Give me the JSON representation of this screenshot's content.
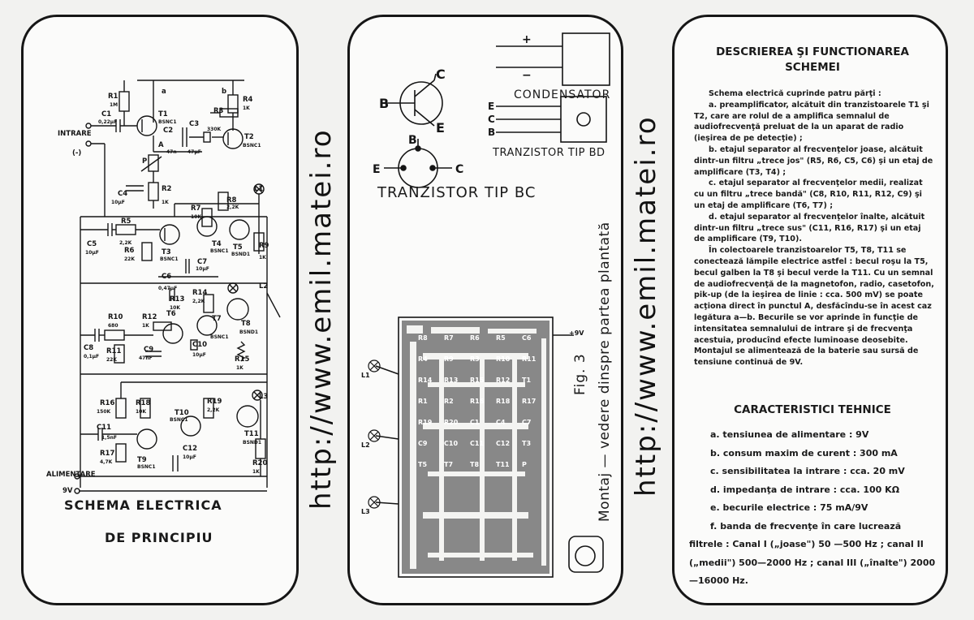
{
  "watermark_url": "http://www.emil.matei.ro",
  "left": {
    "title_line1": "SCHEMA   ELECTRICA",
    "title_line2": "DE   PRINCIPIU",
    "labels": {
      "intrare": "INTRARE",
      "minus": "(-)",
      "alimentare": "ALIMENTARE",
      "v9": "9V",
      "a": "a",
      "b": "b",
      "A": "A",
      "P": "P",
      "R1": "R1",
      "R1v": "1M",
      "C1": "C1",
      "C1v": "0,22μF",
      "T1": "T1",
      "T1t": "BSNC1",
      "C2": "C2",
      "C2v": "47n",
      "C3": "C3",
      "C3v": "47μF",
      "R3": "R3",
      "R3v": "330K",
      "R4": "R4",
      "R4v": "1K",
      "T2": "T2",
      "T2t": "BSNC1",
      "C4": "C4",
      "C4v": "10μF",
      "R2": "R2",
      "R2v": "1K",
      "L1": "L1",
      "R7": "R7",
      "R7v": "10K",
      "R8": "R8",
      "R8v": "2,2K",
      "R5": "R5",
      "R5v": "2,2K",
      "C5": "C5",
      "C5v": "10μF",
      "R6": "R6",
      "R6v": "22K",
      "T3": "T3",
      "T3t": "BSNC1",
      "T4": "T4",
      "T4t": "BSNC1",
      "T5": "T5",
      "T5t": "BSND1",
      "R9": "R9",
      "R9v": "1K",
      "C7": "C7",
      "C7v": "10μF",
      "C6": "C6",
      "C6v": "0,47μF",
      "R13": "R13",
      "R13v": "10K",
      "R14": "R14",
      "R14v": "2,2K",
      "L2": "L2",
      "R10": "R10",
      "R10v": "680",
      "R12": "R12",
      "R12v": "1K",
      "T6": "T6",
      "T7": "T7",
      "T7t": "BSNC1",
      "T8": "T8",
      "T8t": "BSND1",
      "C8": "C8",
      "C8v": "0,1μF",
      "R11": "R11",
      "R11v": "22K",
      "C9": "C9",
      "C9v": "47nF",
      "C10": "C10",
      "C10v": "10μF",
      "R15": "R15",
      "R15v": "1K",
      "R16": "R16",
      "R16v": "150K",
      "R18": "R18",
      "R18v": "10K",
      "T10": "T10",
      "T10t": "BSNC1",
      "R19": "R19",
      "R19v": "2,2K",
      "L3": "L3",
      "C11": "C11",
      "C11v": "1,5nF",
      "T11": "T11",
      "T11t": "BSND1",
      "R17": "R17",
      "R17v": "4,7K",
      "T9": "T9",
      "T9t": "BSNC1",
      "C12": "C12",
      "C12v": "10μF",
      "R20": "R20",
      "R20v": "1K"
    }
  },
  "middle": {
    "condensator": "CONDENSATOR",
    "plus": "+",
    "minus": "−",
    "tranzistor_bc": "TRANZISTOR TIP BC",
    "tranzistor_bd": "TRANZISTOR TIP BD",
    "pin_b": "B",
    "pin_c": "C",
    "pin_e": "E",
    "pin_ecb": [
      "E",
      "C",
      "B"
    ],
    "fig": "Fig.  3",
    "caption": "Montaj — vedere dinspre partea plantată",
    "supply": "+9V",
    "lamps": [
      "L1",
      "L2",
      "L3"
    ],
    "pcb_labels": [
      "R8",
      "R7",
      "R6",
      "R5",
      "C6",
      "R4",
      "R9",
      "R3",
      "R10",
      "R11",
      "R14",
      "R13",
      "R15",
      "R12",
      "T1",
      "R1",
      "R2",
      "R16",
      "R18",
      "R17",
      "R19",
      "R20",
      "C1",
      "C4",
      "C7",
      "C9",
      "C10",
      "C11",
      "C12",
      "T3",
      "T5",
      "T7",
      "T8",
      "T11",
      "P"
    ]
  },
  "right": {
    "title_line1": "DESCRIEREA ŞI FUNCTIONAREA",
    "title_line2": "SCHEMEI",
    "paragraphs": [
      "Schema electrică cuprinde patru părţi :",
      "a. preamplificator, alcătuit din tranzistoarele T1 şi T2, care are rolul de a amplifica semnalul de audiofrecvenţă preluat de la un aparat de radio (ieşirea de pe detecţie) ;",
      "b. etajul separator al frecvenţelor joase, alcătuit dintr-un filtru „trece jos\" (R5, R6, C5, C6) şi un etaj de amplificare (T3, T4) ;",
      "c. etajul separator al frecvenţelor medii, realizat cu un filtru „trece bandă\" (C8, R10, R11, R12, C9) şi un etaj de amplificare (T6, T7) ;",
      "d. etajul separator al frecvenţelor înalte, alcătuit dintr-un filtru „trece sus\" (C11, R16, R17) şi un etaj de amplificare (T9, T10).",
      "În colectoarele tranzistoarelor T5, T8, T11 se conectează lămpile electrice astfel : becul roşu la T5, becul galben la T8 şi becul verde la T11. Cu un semnal de audiofrecvenţă de la magnetofon, radio, casetofon, pik-up (de la ieşirea de linie : cca. 500 mV) se poate acţiona direct în punctul A, desfăcîndu-se în acest caz legătura a—b. Becurile se vor aprinde în funcţie de intensitatea semnalului de intrare şi de frecvenţa acestuia, producînd efecte luminoase deosebite. Montajul se alimentează de la baterie sau sursă de tensiune continuă de 9V."
    ],
    "char_title": "CARACTERISTICI TEHNICE",
    "characteristics": [
      "a. tensiunea de alimentare : 9V",
      "b. consum maxim de curent : 300 mA",
      "c. sensibilitatea la intrare : cca. 20 mV",
      "d. impedanţa de intrare : cca. 100 KΩ",
      "e. becurile electrice : 75 mA/9V"
    ],
    "char_f": "f. banda de frecvenţe în care lucrează filtrele : Canal I („joase\") 50 —500 Hz ; canal II („medii\") 500—2000 Hz ; canal III („înalte\") 2000—16000 Hz."
  }
}
